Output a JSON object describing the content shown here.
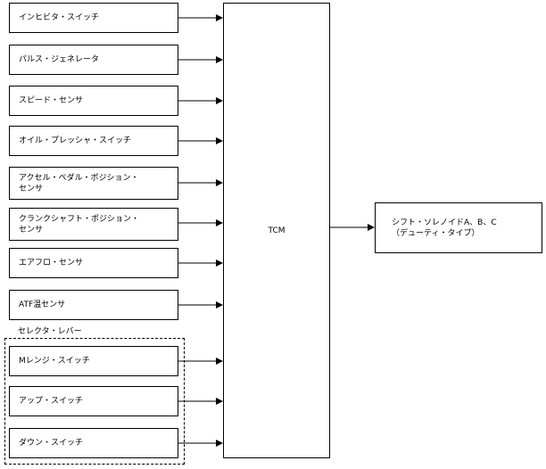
{
  "inputs": [
    {
      "label": "インヒビタ・スイッチ"
    },
    {
      "label": "パルス・ジェネレータ"
    },
    {
      "label": "スピード・センサ"
    },
    {
      "label": "オイル・プレッシャ・スイッチ"
    },
    {
      "label": "アクセル・ペダル・ポジション・\nセンサ"
    },
    {
      "label": "クランクシャフト・ポジション・\nセンサ"
    },
    {
      "label": "エアフロ・センサ"
    },
    {
      "label": "ATF温センサ"
    }
  ],
  "selector_group": {
    "title": "セレクタ・レバー",
    "items": [
      {
        "label": "Mレンジ・スイッチ"
      },
      {
        "label": "アップ・スイッチ"
      },
      {
        "label": "ダウン・スイッチ"
      }
    ]
  },
  "controller": {
    "label": "TCM"
  },
  "output": {
    "label": "シフト・ソレノイドA、B、C\n（デューティ・タイプ）"
  }
}
